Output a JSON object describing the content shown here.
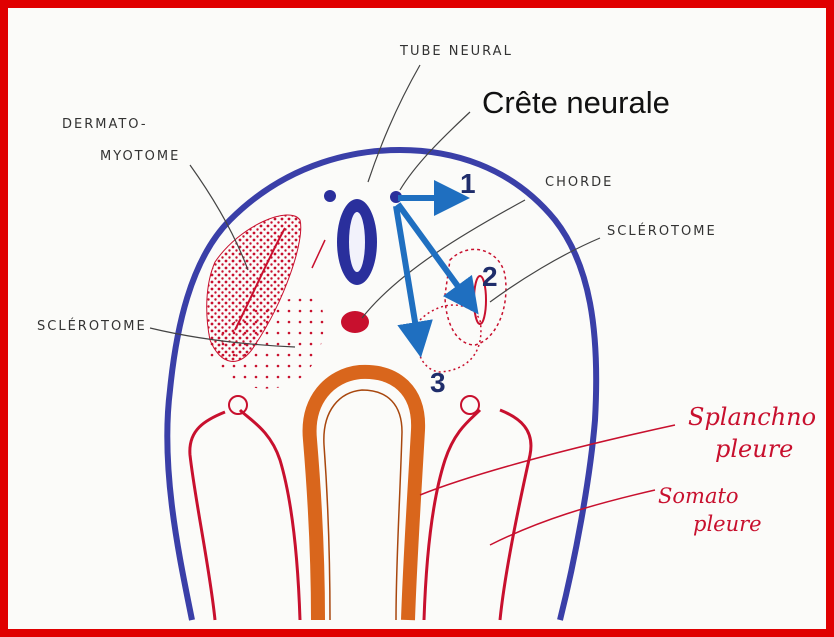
{
  "labels": {
    "tube_neural": "TUBE NEURAL",
    "crete_neurale": "Crête neurale",
    "dermato_line1": "DERMATO-",
    "dermato_line2": "MYOTOME",
    "chorde": "CHORDE",
    "sclerotome_right": "SCLÉROTOME",
    "sclerotome_left": "SCLÉROTOME",
    "splanchno_line1": "Splanchno",
    "splanchno_line2": "pleure",
    "somato_line1": "Somato",
    "somato_line2": "pleure"
  },
  "arrow_numbers": [
    "1",
    "2",
    "3"
  ],
  "colors": {
    "frame": "#e00000",
    "ectoderm_blue": "#3a3fa8",
    "neural_tube": "#2a2f9c",
    "mesoderm_red": "#c8102e",
    "gut_orange": "#d9661c",
    "migration_arrow": "#1f6fc0",
    "number_text": "#1f2d6b"
  }
}
